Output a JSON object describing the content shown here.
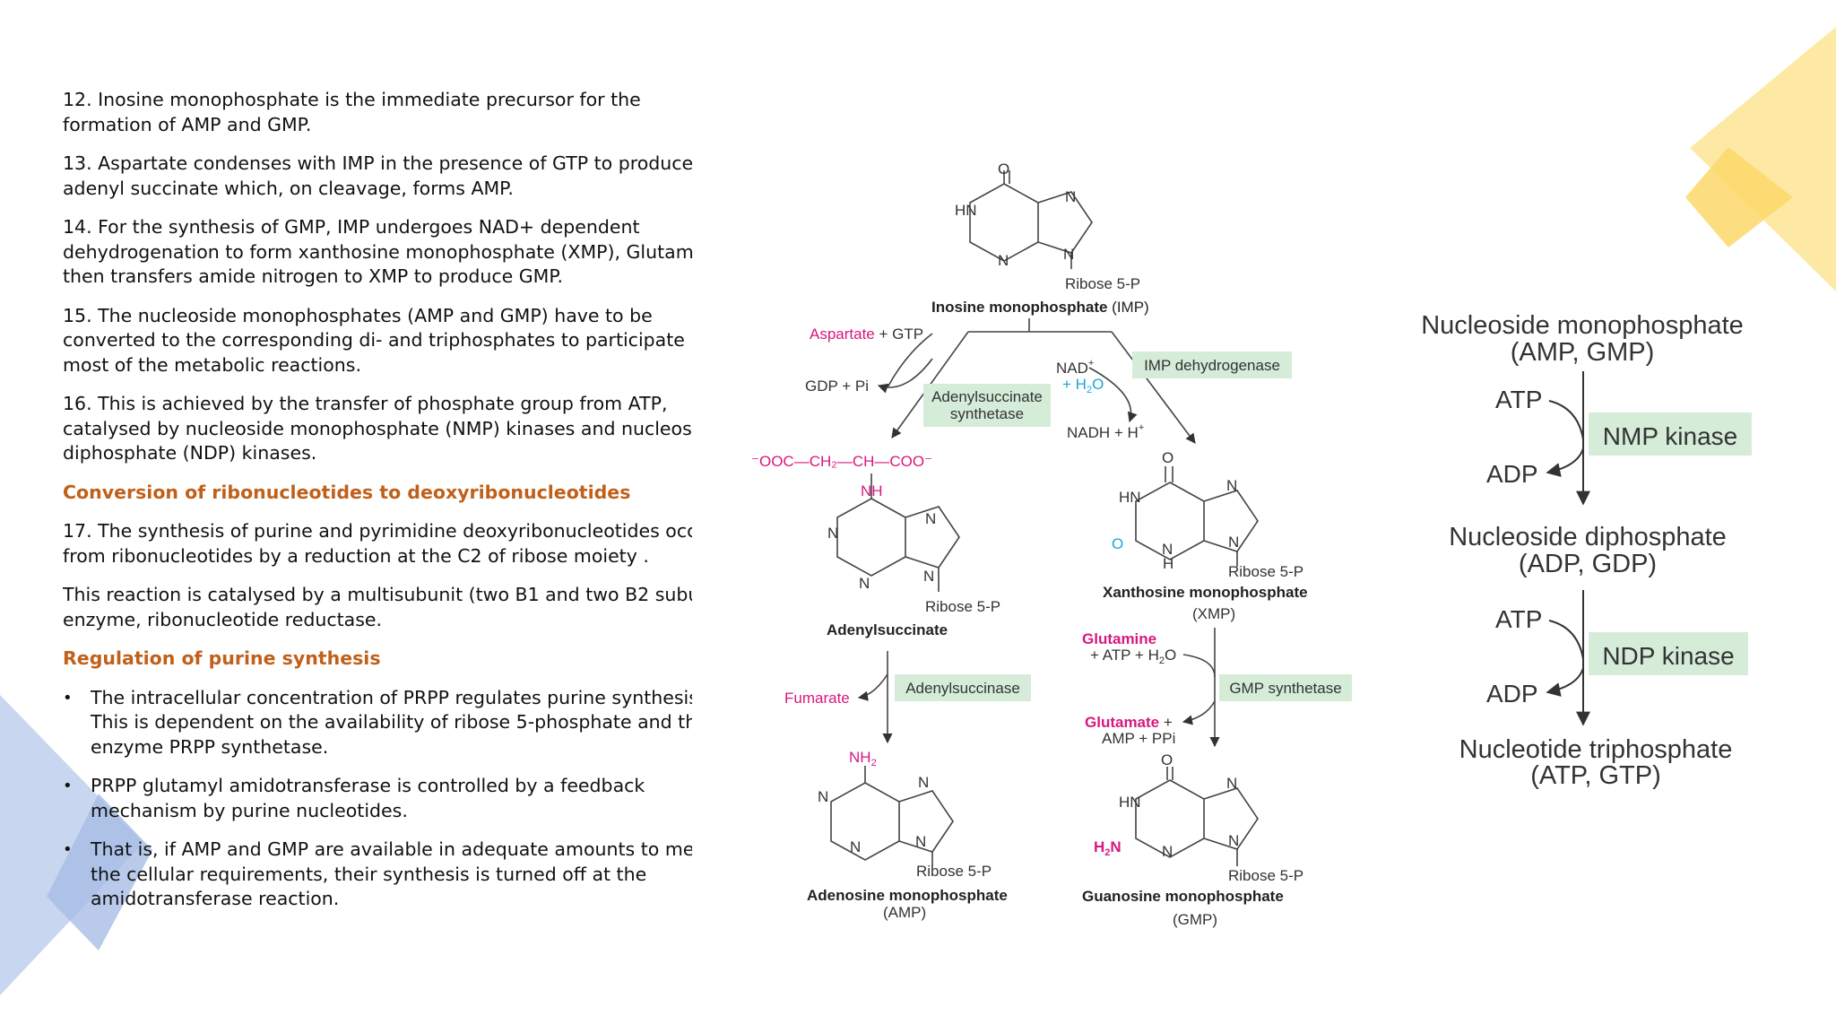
{
  "text_block": {
    "items": [
      {
        "type": "p",
        "lines": [
          "12. Inosine monophosphate is the immediate precursor for the",
          "formation of AMP and GMP."
        ]
      },
      {
        "type": "p",
        "lines": [
          "13. Aspartate condenses with IMP in the presence of GTP to produce",
          "adenyl succinate which, on cleavage, forms AMP."
        ]
      },
      {
        "type": "p",
        "lines": [
          "14. For the synthesis of GMP, IMP undergoes NAD+ dependent",
          "dehydrogenation to form xanthosine monophosphate (XMP), Glutam",
          "then transfers amide nitrogen to XMP to produce GMP."
        ]
      },
      {
        "type": "p",
        "lines": [
          "15. The nucleoside monophosphates (AMP and GMP) have to be",
          "converted to the corresponding di- and triphosphates to participate i",
          "most of the metabolic reactions."
        ]
      },
      {
        "type": "p",
        "lines": [
          "16. This is achieved by the transfer of phosphate group from ATP,",
          "catalysed by nucleoside monophosphate (NMP) kinases and nucleosi",
          "diphosphate (NDP) kinases."
        ]
      },
      {
        "type": "head",
        "lines": [
          "Conversion of ribonucleotides to deoxyribonucleotides"
        ]
      },
      {
        "type": "p",
        "lines": [
          "17. The synthesis of purine and pyrimidine deoxyribonucleotides occ",
          "from ribonucleotides by a reduction at the C2 of ribose moiety ."
        ]
      },
      {
        "type": "p",
        "lines": [
          "This reaction is catalysed by a multisubunit (two B1 and two B2 subu",
          "enzyme, ribonucleotide reductase."
        ]
      },
      {
        "type": "head",
        "lines": [
          "Regulation of purine synthesis"
        ]
      }
    ],
    "bullets": [
      {
        "lines": [
          "The intracellular concentration of PRPP regulates purine synthesis",
          "This is dependent on the availability of ribose 5-phosphate and th",
          "enzyme PRPP synthetase."
        ]
      },
      {
        "lines": [
          "PRPP glutamyl amidotransferase is controlled by a feedback",
          "mechanism by purine nucleotides."
        ]
      },
      {
        "lines": [
          "That is, if AMP and GMP are available in adequate amounts to me",
          "the cellular requirements, their synthesis is turned off at the",
          "amidotransferase reaction."
        ]
      }
    ],
    "bullet_char": "•"
  },
  "pathway": {
    "imp": {
      "o": "O",
      "hn": "HN",
      "n7": "N",
      "n3": "N",
      "n9": "N",
      "ribose": "Ribose 5-P",
      "name_bold": "Inosine monophosphate",
      "name_rest": " (IMP)"
    },
    "left_branch": {
      "aspartate": "Aspartate",
      "plus_gtp": " + GTP",
      "gdp": "GDP + Pi",
      "enzyme_line1": "Adenylsuccinate",
      "enzyme_line2": "synthetase"
    },
    "right_branch": {
      "nad": "NAD",
      "nad_sup": "+",
      "h2o": "+ H",
      "h2o_sub": "2",
      "h2o_o": "O",
      "enzyme": "IMP dehydrogenase",
      "nadh": "NADH + H",
      "nadh_sup": "+"
    },
    "adenylsuccinate": {
      "chain": "⁻OOC—CH₂—CH—COO⁻",
      "nh": "NH",
      "n1": "N",
      "n7": "N",
      "n3": "N",
      "n9": "N",
      "ribose": "Ribose 5-P",
      "name": "Adenylsuccinate"
    },
    "xmp": {
      "o_top": "O",
      "hn": "HN",
      "n7": "N",
      "o_left": "O",
      "n3": "N",
      "h": "H",
      "n9": "N",
      "ribose": "Ribose 5-P",
      "name": "Xanthosine monophosphate",
      "abbr": "(XMP)"
    },
    "adenylsuccinase": {
      "fumarate": "Fumarate",
      "enzyme": "Adenylsuccinase"
    },
    "gmp_synthetase": {
      "glutamine": "Glutamine",
      "atp_h2o": "+ ATP + H",
      "atp_h2o_sub": "2",
      "atp_h2o_o": "O",
      "glutamate": "Glutamate",
      "glutamate_plus": " +",
      "amp_ppi": "AMP + PPi",
      "enzyme": "GMP synthetase"
    },
    "amp": {
      "nh2": "NH",
      "nh2_sub": "2",
      "n1": "N",
      "n7": "N",
      "n3": "N",
      "n9": "N",
      "ribose": "Ribose 5-P",
      "name": "Adenosine monophosphate",
      "abbr": "(AMP)"
    },
    "gmp": {
      "o": "O",
      "hn": "HN",
      "n7": "N",
      "h2n_h": "H",
      "h2n_sub": "2",
      "h2n_n": "N",
      "n3": "N",
      "n9": "N",
      "ribose": "Ribose 5-P",
      "name": "Guanosine monophosphate",
      "abbr": "(GMP)"
    }
  },
  "kinase_diagram": {
    "nmp_title_1": "Nucleoside monophosphate",
    "nmp_title_2": "(AMP, GMP)",
    "atp_1": "ATP",
    "adp_1": "ADP",
    "enzyme_1": "NMP kinase",
    "ndp_title_1": "Nucleoside diphosphate",
    "ndp_title_2": "(ADP, GDP)",
    "atp_2": "ATP",
    "adp_2": "ADP",
    "enzyme_2": "NDP kinase",
    "ntp_title_1": "Nucleotide triphosphate",
    "ntp_title_2": "(ATP, GTP)"
  },
  "colors": {
    "accent_orange": "#c0601a",
    "magenta": "#d6197e",
    "cyan": "#19a6d6",
    "enzyme_box": "#d5ecd8",
    "deco_yellow": "#fde9a4",
    "deco_blue": "#c9d6f0"
  }
}
